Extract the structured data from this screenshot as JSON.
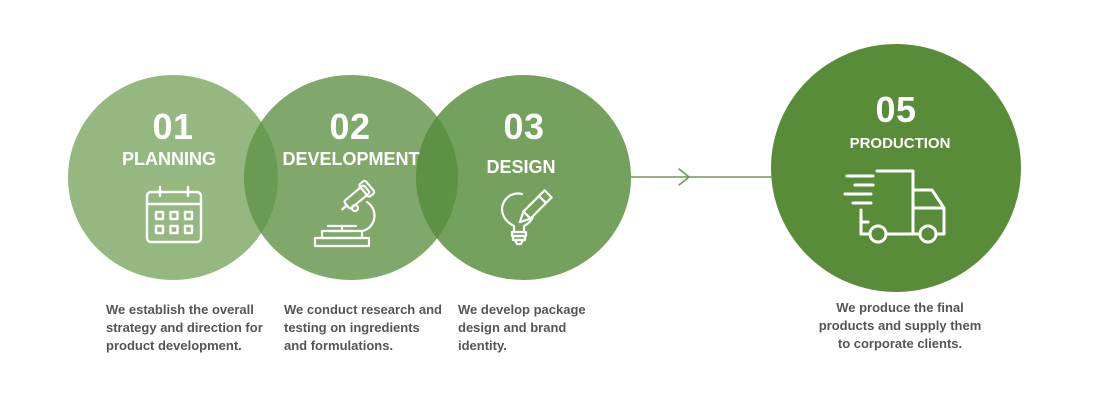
{
  "steps": [
    {
      "number": "01",
      "title": "PLANNING",
      "icon": "calendar-icon",
      "description": "We establish the overall\nstrategy and direction for\nproduct development."
    },
    {
      "number": "02",
      "title": "DEVELOPMENT",
      "icon": "microscope-icon",
      "description": "We conduct research and\ntesting on ingredients\nand formulations."
    },
    {
      "number": "03",
      "title": "DESIGN",
      "icon": "lightbulb-pencil-icon",
      "description": "We develop package\ndesign and brand\nidentity."
    },
    {
      "number": "05",
      "title": "PRODUCTION",
      "icon": "delivery-truck-icon",
      "description": "We produce the final\nproducts and supply them\nto corporate clients."
    }
  ],
  "connector": "arrow-right-icon",
  "colors": {
    "circle_1": "#7aa662",
    "circle_2": "#609246",
    "circle_3": "#568c3a",
    "circle_5": "#588c38",
    "arrow_line": "#6f9a55",
    "description_text": "#555555"
  }
}
